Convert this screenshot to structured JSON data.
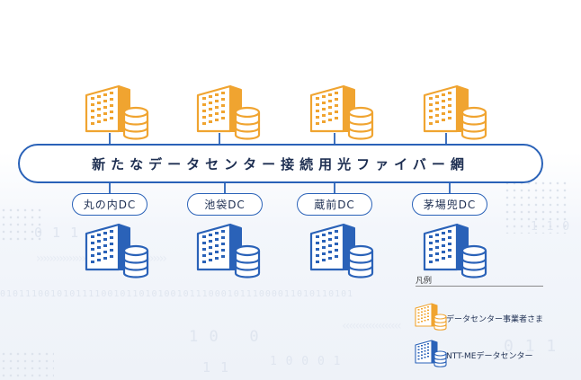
{
  "network": {
    "title": "新たなデータセンター接続用光ファイバー網"
  },
  "datacenters": [
    {
      "label": "丸の内DC"
    },
    {
      "label": "池袋DC"
    },
    {
      "label": "蔵前DC"
    },
    {
      "label": "茅場兜DC"
    }
  ],
  "legend": {
    "title": "凡例",
    "items": [
      {
        "label": "データセンター事業者さま",
        "color": "#f0a430"
      },
      {
        "label": "NTT-MEデータセンター",
        "color": "#2a62b8"
      }
    ]
  },
  "colors": {
    "operator": "#f0a430",
    "nttme": "#2a62b8",
    "text": "#1e2f52"
  }
}
